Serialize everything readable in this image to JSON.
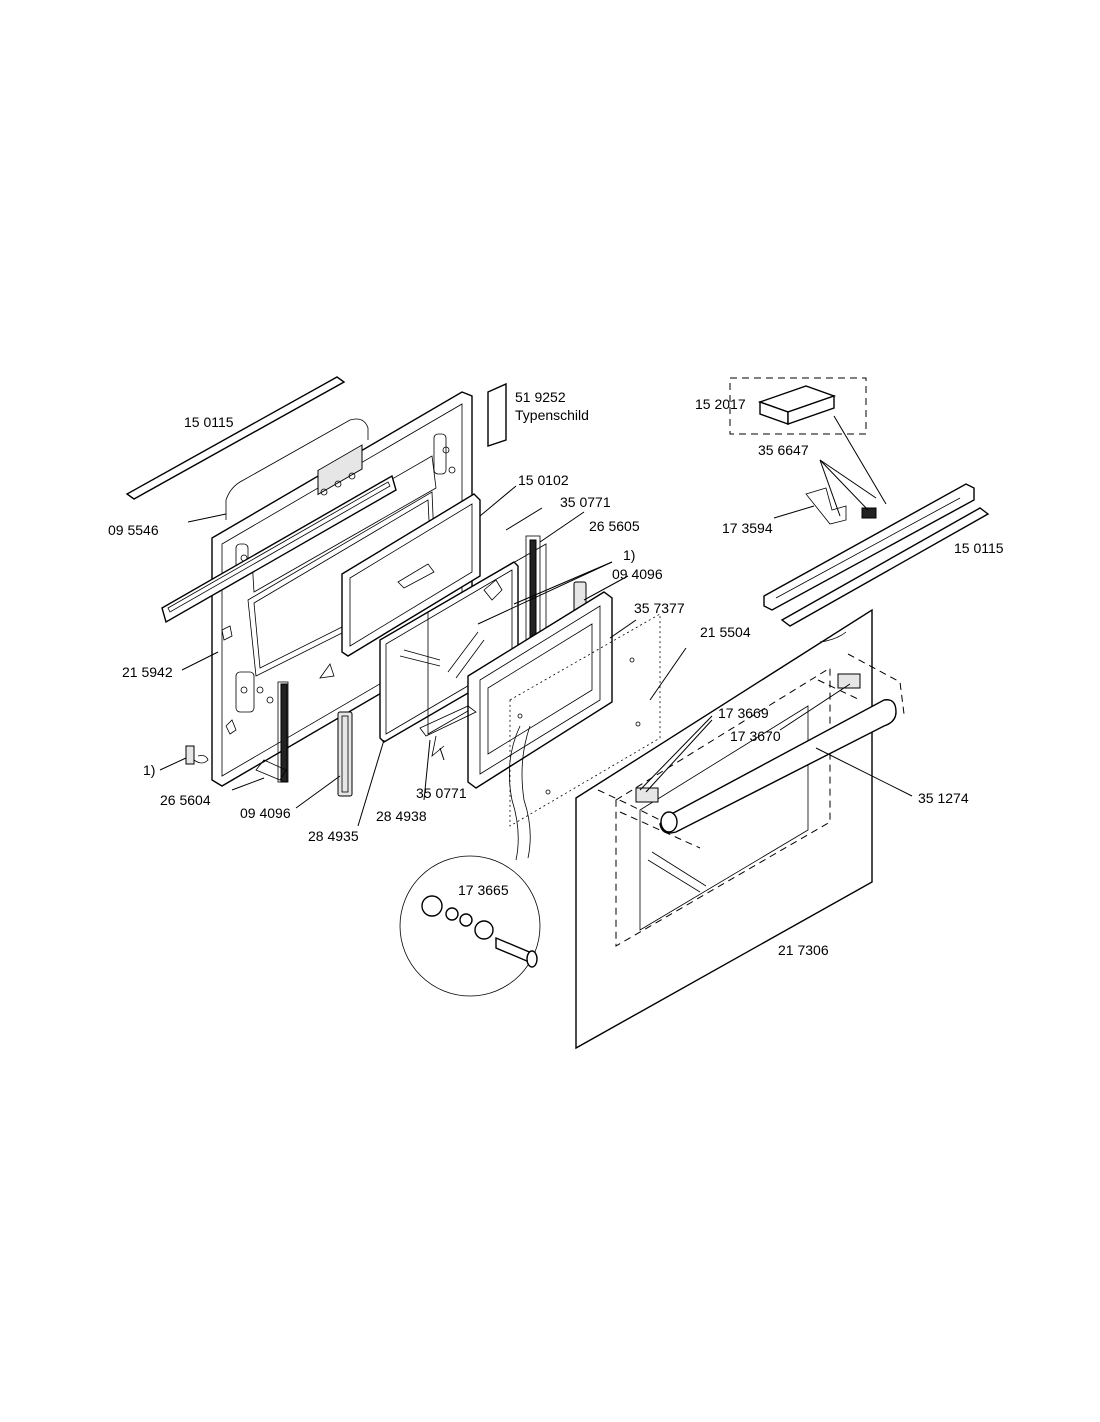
{
  "labels": {
    "l150115_left": "15 0115",
    "l095546": "09 5546",
    "l215942": "21 5942",
    "l1_left": "1)",
    "l265604": "26 5604",
    "l094096_left": "09 4096",
    "l284935": "28 4935",
    "l284938": "28 4938",
    "l350771_bottom": "35 0771",
    "l519252": "51 9252",
    "ltypenschild": "Typenschild",
    "l150102": "15 0102",
    "l350771_top": "35 0771",
    "l265605": "26 5605",
    "l1_right": "1)",
    "l094096_right": "09 4096",
    "l357377": "35 7377",
    "l215504": "21 5504",
    "l173669": "17 3669",
    "l173670": "17 3670",
    "l351274": "35 1274",
    "l173665": "17 3665",
    "l217306": "21 7306",
    "l152017": "15 2017",
    "l356647": "35 6647",
    "l173594": "17 3594",
    "l150115_right": "15 0115"
  }
}
